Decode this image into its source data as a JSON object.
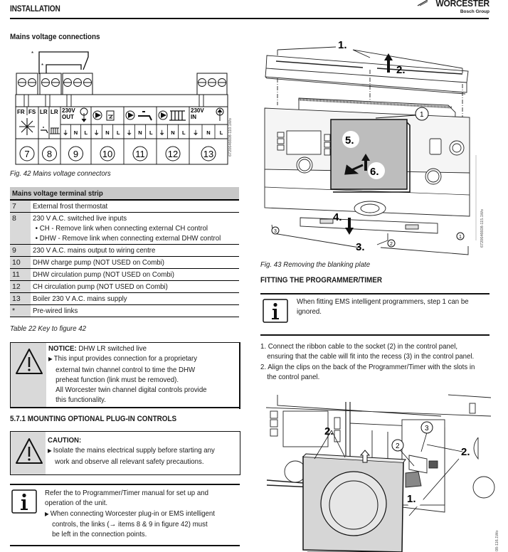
{
  "header": {
    "section": "INSTALLATION",
    "brand_name": "WORCESTER",
    "brand_sub": "Bosch Group"
  },
  "left": {
    "heading": "Mains voltage connections",
    "figure42": {
      "caption": "Fig. 42  Mains voltage connectors",
      "code": "6720646608-110.1Wo",
      "link_markers": [
        "*",
        "*"
      ],
      "terminal_groups": [
        {
          "labels": [
            "FR",
            "FS"
          ],
          "icon": "snowflake-icon",
          "number": "7"
        },
        {
          "labels": [
            "LR",
            "LR"
          ],
          "icon": "tap-radiator-icon",
          "number": "8"
        },
        {
          "labels": [
            "230V",
            "OUT"
          ],
          "pins": [
            "⏚",
            "N",
            "L"
          ],
          "icon": "output-arrow-icon",
          "number": "9"
        },
        {
          "pins": [
            "⏚",
            "N",
            "L"
          ],
          "icon": "pump-cylinder-icon",
          "number": "10"
        },
        {
          "pins": [
            "⏚",
            "N",
            "L"
          ],
          "icon": "pump-tap-icon",
          "number": "11"
        },
        {
          "pins": [
            "⏚",
            "N",
            "L"
          ],
          "icon": "pump-radiator-icon",
          "number": "12"
        },
        {
          "labels": [
            "230V",
            "IN"
          ],
          "pins": [
            "⏚",
            "N",
            "L"
          ],
          "icon": "input-arrow-icon",
          "number": "13"
        }
      ]
    },
    "table": {
      "title": "Mains voltage terminal strip",
      "rows": [
        {
          "key": "7",
          "text": "External frost thermostat"
        },
        {
          "key": "8",
          "text": "230 V A.C. switched live inputs",
          "bullets": [
            "CH - Remove link when connecting external CH control",
            "DHW - Remove link when connecting external DHW control"
          ]
        },
        {
          "key": "9",
          "text": "230 V A.C. mains output to wiring centre"
        },
        {
          "key": "10",
          "text": "DHW charge pump (NOT USED on Combi)"
        },
        {
          "key": "11",
          "text": "DHW circulation pump (NOT USED on Combi)"
        },
        {
          "key": "12",
          "text": "CH circulation pump (NOT USED on Combi)"
        },
        {
          "key": "13",
          "text": "Boiler 230 V A.C. mains supply"
        },
        {
          "key": "*",
          "text": "Pre-wired links"
        }
      ],
      "caption": "Table 22  Key to figure 42"
    },
    "notice": {
      "label": "NOTICE:",
      "title": " DHW LR switched live",
      "lines": [
        "This input provides connection for a proprietary",
        "external twin channel control to time the DHW",
        "preheat function (link must be removed).",
        "All Worcester twin channel digital controls provide",
        "this functionality."
      ]
    },
    "section_heading": "5.7.1    MOUNTING OPTIONAL PLUG-IN CONTROLS",
    "caution": {
      "label": "CAUTION:",
      "lines": [
        "Isolate the mains electrical supply before starting any",
        "work and observe all relevant safety precautions."
      ]
    },
    "info": {
      "lines": [
        "Refer the to Programmer/Timer manual for set up and",
        "operation of the unit."
      ],
      "bullet_lines": [
        "When connecting Worcester plug-in or EMS intelligent",
        "controls, the links (→ items 8 & 9 in figure 42) must",
        "be left in the connection points."
      ]
    }
  },
  "right": {
    "figure43": {
      "caption": "Fig. 43  Removing the blanking plate",
      "code": "6720646608-115.1Wo",
      "steps": [
        "1.",
        "2.",
        "3.",
        "4.",
        "5.",
        "6."
      ],
      "callouts": [
        "1",
        "1",
        "2",
        "3"
      ]
    },
    "heading": "FITTING THE PROGRAMMER/TIMER",
    "info": {
      "lines": [
        "When fitting EMS intelligent programmers, step 1 can be",
        "ignored."
      ]
    },
    "steps": [
      {
        "num": "1.",
        "lines": [
          "Connect the ribbon cable to the socket (2) in the control panel,",
          "ensuring that the cable will fit into the recess (3) in the control panel."
        ]
      },
      {
        "num": "2.",
        "lines": [
          "Align the clips on the back of the Programmer/Timer with the slots in",
          "the control panel."
        ]
      }
    ],
    "figure44": {
      "code": "08-116.1Wo",
      "steps": [
        "2.",
        "2.",
        "1."
      ],
      "callouts": [
        "3",
        "2"
      ]
    }
  }
}
